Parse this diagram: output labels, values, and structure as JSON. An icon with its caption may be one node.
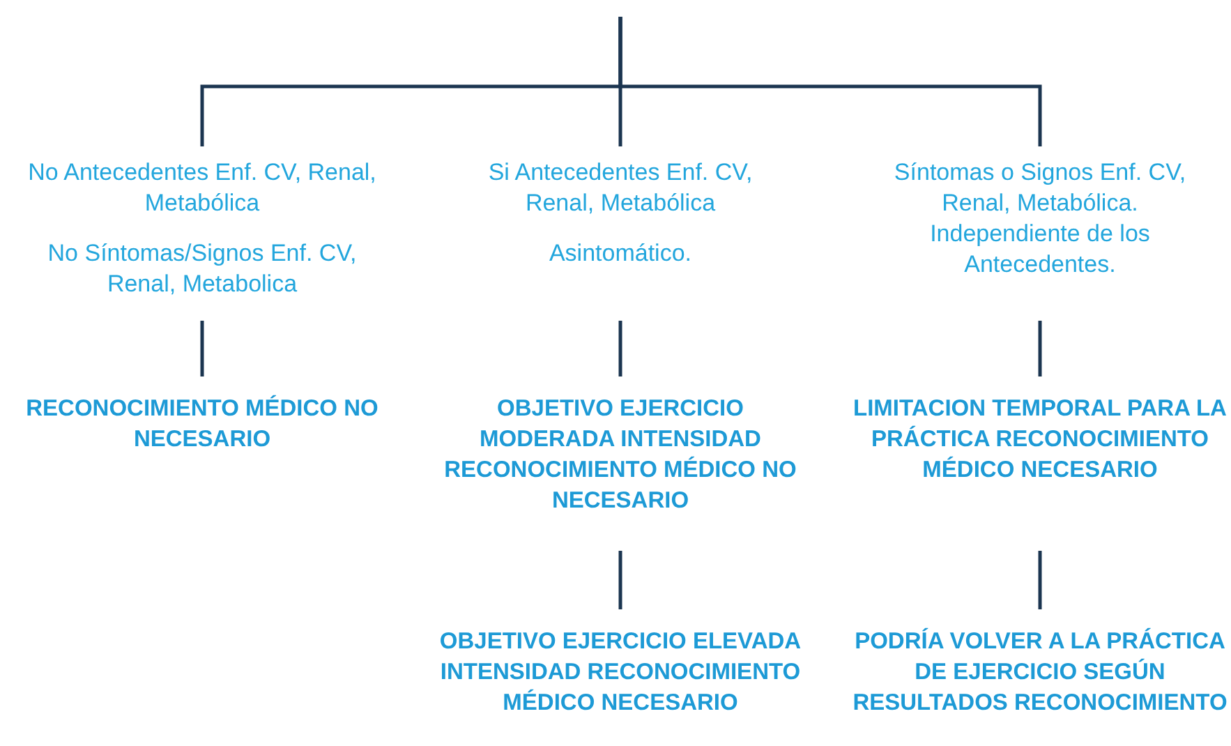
{
  "diagram": {
    "nodes": [
      {
        "text": [
          "No Antecedentes Enf. CV, Renal, Metabólica",
          "No Síntomas/Signos Enf. CV, Renal, Metabolica"
        ]
      },
      {
        "text": [
          "Si Antecedentes Enf. CV, Renal, Metabólica",
          "Asintomático."
        ]
      },
      {
        "text": [
          "Síntomas o Signos Enf. CV, Renal, Metabólica. Independiente de los Antecedentes."
        ]
      },
      {
        "text": [
          "RECONOCIMIENTO MÉDICO NO NECESARIO"
        ]
      },
      {
        "text": [
          "OBJETIVO EJERCICIO MODERADA INTENSIDAD RECONOCIMIENTO MÉDICO NO NECESARIO"
        ]
      },
      {
        "text": [
          "LIMITACION TEMPORAL PARA LA PRÁCTICA RECONOCIMIENTO MÉDICO NECESARIO"
        ]
      },
      {
        "text": [
          "OBJETIVO EJERCICIO ELEVADA INTENSIDAD RECONOCIMIENTO MÉDICO NECESARIO"
        ]
      },
      {
        "text": [
          "PODRÍA VOLVER A LA PRÁCTICA DE EJERCICIO SEGÚN RESULTADOS RECONOCIMIENTO"
        ]
      }
    ],
    "edges": [
      {
        "from": null,
        "to": 0,
        "arrow": "none"
      },
      {
        "from": null,
        "to": 1,
        "arrow": "none"
      },
      {
        "from": null,
        "to": 2,
        "arrow": "none"
      },
      {
        "from": 0,
        "to": 3,
        "arrow": "none"
      },
      {
        "from": 1,
        "to": 4,
        "arrow": "none"
      },
      {
        "from": 2,
        "to": 5,
        "arrow": "none"
      },
      {
        "from": 4,
        "to": 6,
        "arrow": "none"
      },
      {
        "from": 5,
        "to": 7,
        "arrow": "none"
      }
    ]
  }
}
